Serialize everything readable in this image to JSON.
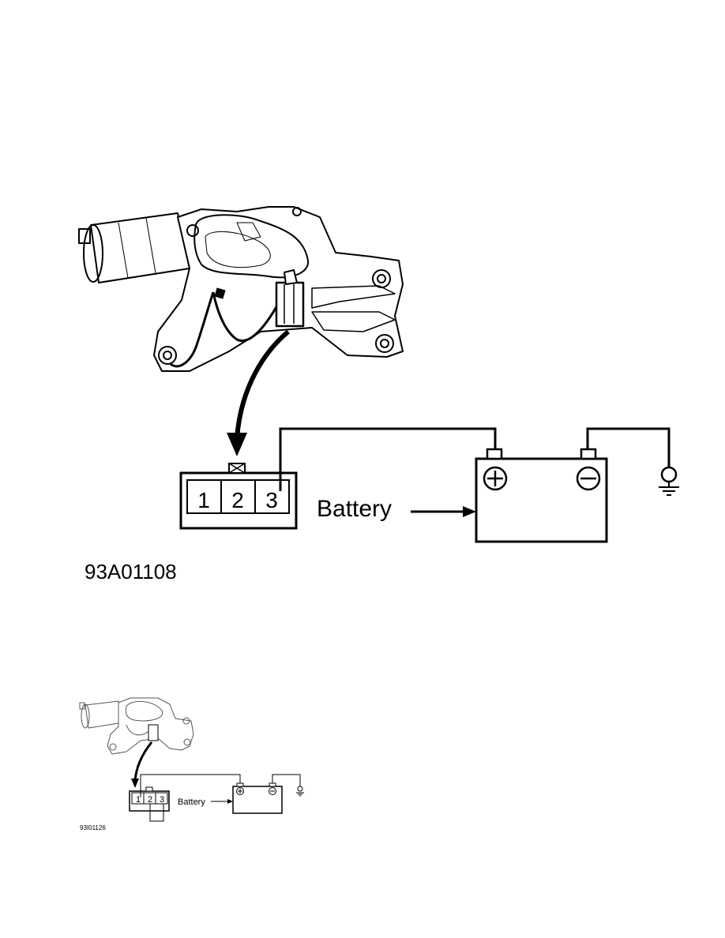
{
  "figure1": {
    "code": "93A01108",
    "battery_label": "Battery",
    "pins": [
      "1",
      "2",
      "3"
    ],
    "plus_symbol": "+",
    "minus_symbol": "−"
  },
  "figure2": {
    "code": "93I01126",
    "battery_label": "Battery",
    "pins": [
      "1",
      "2",
      "3"
    ],
    "plus_symbol": "+",
    "minus_symbol": "−"
  }
}
